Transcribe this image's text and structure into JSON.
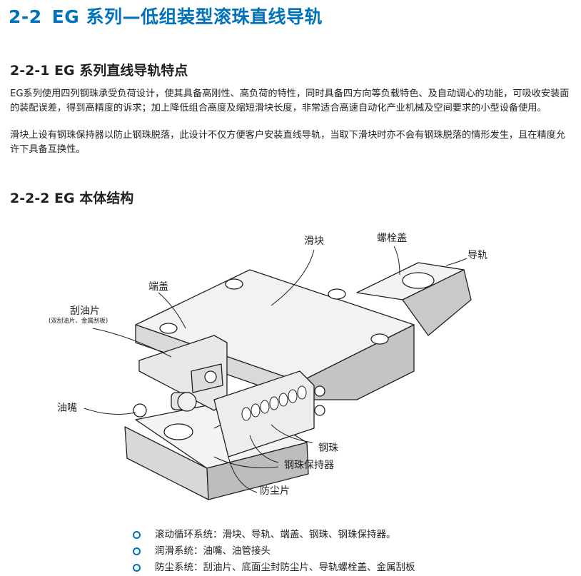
{
  "header": {
    "number": "2-2",
    "title": "EG 系列—低组装型滚珠直线导轨"
  },
  "section1": {
    "title": "2-2-1 EG 系列直线导轨特点",
    "paragraphs": [
      "EG系列使用四列钢珠承受负荷设计，使其具备高刚性、高负荷的特性，同时具备四方向等负载特色、及自动调心的功能，可吸收安装面的装配误差，得到高精度的诉求；加上降低组合高度及缩短滑块长度，非常适合高速自动化产业机械及空间要求的小型设备使用。",
      "滑块上设有钢珠保持器以防止钢珠脱落，此设计不仅方便客户安装直线导轨，当取下滑块时亦不会有钢珠脱落的情形发生，且在精度允许下具备互换性。"
    ]
  },
  "section2": {
    "title": "2-2-2 EG 本体结构"
  },
  "diagram": {
    "labels": {
      "slider": "滑块",
      "bolt_cap": "螺栓盖",
      "rail": "导轨",
      "end_cap": "端盖",
      "scraper": "刮油片",
      "scraper_note": "(双刮油片、金属刮板)",
      "grease_nipple": "油嘴",
      "steel_ball": "钢珠",
      "ball_retainer": "钢珠保持器",
      "dust_seal": "防尘片"
    }
  },
  "bullets": [
    "滚动循环系统：滑块、导轨、端盖、钢珠、钢珠保持器。",
    "润滑系统：油嘴、油管接头",
    "防尘系统：刮油片、底面尘封防尘片、导轨螺栓盖、金属刮板"
  ],
  "colors": {
    "accent": "#0072bc",
    "text": "#231f20"
  }
}
